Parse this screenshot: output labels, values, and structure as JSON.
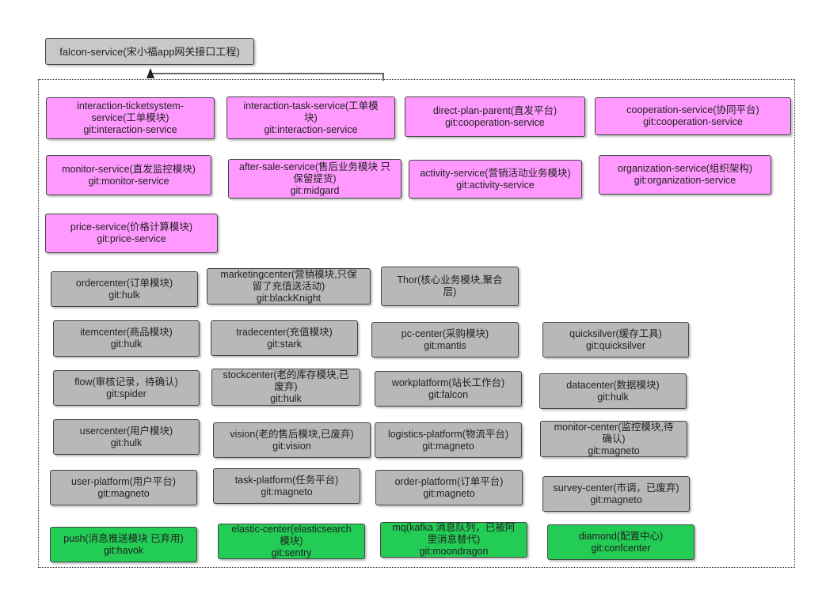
{
  "top_box": {
    "label": "falcon-service(宋小福app网关接口工程)"
  },
  "boxes": [
    {
      "id": "b1",
      "lines": [
        "interaction-ticketsystem-",
        "service(工单模块)",
        "git:interaction-service"
      ]
    },
    {
      "id": "b2",
      "lines": [
        "interaction-task-service(工单模",
        "块)",
        "git:interaction-service"
      ]
    },
    {
      "id": "b3",
      "lines": [
        "direct-plan-parent(直发平台)",
        "git:cooperation-service"
      ]
    },
    {
      "id": "b4",
      "lines": [
        "cooperation-service(协同平台)",
        "git:cooperation-service"
      ]
    },
    {
      "id": "b5",
      "lines": [
        "monitor-service(直发监控模块)",
        "git:monitor-service"
      ]
    },
    {
      "id": "b6",
      "lines": [
        "after-sale-service(售后业务模块 只",
        "保留提货)",
        "git:midgard"
      ]
    },
    {
      "id": "b7",
      "lines": [
        "activity-service(营销活动业务模块)",
        "git:activity-service"
      ]
    },
    {
      "id": "b8",
      "lines": [
        "organization-service(组织架构)",
        "git:organization-service"
      ]
    },
    {
      "id": "b9",
      "lines": [
        "price-service(价格计算模块)",
        "git:price-service"
      ]
    },
    {
      "id": "b10",
      "lines": [
        "ordercenter(订单模块)",
        "git:hulk"
      ]
    },
    {
      "id": "b11",
      "lines": [
        "marketingcenter(营销模块,只保",
        "留了充值送活动)",
        "git:blackKnight"
      ]
    },
    {
      "id": "b12",
      "lines": [
        "Thor(核心业务模块,聚合",
        "层)"
      ]
    },
    {
      "id": "b13",
      "lines": [
        "itemcenter(商品模块)",
        "git:hulk"
      ]
    },
    {
      "id": "b14",
      "lines": [
        "tradecenter(充值模块)",
        "git:stark"
      ]
    },
    {
      "id": "b15",
      "lines": [
        "pc-center(采购模块)",
        "git:mantis"
      ]
    },
    {
      "id": "b16",
      "lines": [
        "quicksilver(缓存工具)",
        "git:quicksilver"
      ]
    },
    {
      "id": "b17",
      "lines": [
        "flow(审核记录，待确认)",
        "git:spider"
      ]
    },
    {
      "id": "b18",
      "lines": [
        "stockcenter(老的库存模块,已",
        "废弃)",
        "git:hulk"
      ]
    },
    {
      "id": "b19",
      "lines": [
        "workplatform(站长工作台)",
        "git:falcon"
      ]
    },
    {
      "id": "b20",
      "lines": [
        "datacenter(数据模块)",
        "git:hulk"
      ]
    },
    {
      "id": "b21",
      "lines": [
        "usercenter(用户模块)",
        "git:hulk"
      ]
    },
    {
      "id": "b22",
      "lines": [
        "vision(老的售后模块,已废弃)",
        "git:vision"
      ]
    },
    {
      "id": "b23",
      "lines": [
        "logistics-platform(物流平台)",
        "git:magneto"
      ]
    },
    {
      "id": "b24",
      "lines": [
        "monitor-center(监控模块,待",
        "确认)",
        "git:magneto"
      ]
    },
    {
      "id": "b25",
      "lines": [
        "user-platform(用户平台)",
        "git:magneto"
      ]
    },
    {
      "id": "b26",
      "lines": [
        "task-platform(任务平台)",
        "git:magneto"
      ]
    },
    {
      "id": "b27",
      "lines": [
        "order-platform(订单平台)",
        "git:magneto"
      ]
    },
    {
      "id": "b28",
      "lines": [
        "survey-center(市调，已废弃)",
        "git:magneto"
      ]
    },
    {
      "id": "b29",
      "lines": [
        "push(消息推送模块 已弃用)",
        "git:havok"
      ]
    },
    {
      "id": "b30",
      "lines": [
        "elastic-center(elasticsearch",
        "模块)",
        "git:sentry"
      ]
    },
    {
      "id": "b31",
      "lines": [
        "mq(kafka 消息队列，已被阿",
        "里消息替代)",
        "git:moondragon"
      ]
    },
    {
      "id": "b32",
      "lines": [
        "diamond(配置中心)",
        "git:confcenter"
      ]
    }
  ],
  "colors": {
    "pink": "#ff99ff",
    "gray": "#b8b8b8",
    "green": "#22cc55",
    "top": "#c8c8c8"
  }
}
